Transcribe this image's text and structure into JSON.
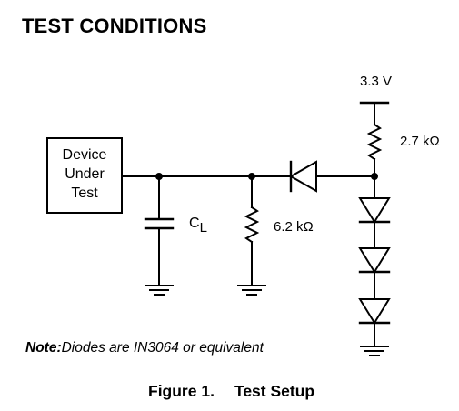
{
  "heading": "TEST CONDITIONS",
  "device_box": {
    "lines": [
      "Device",
      "Under",
      "Test"
    ]
  },
  "components": {
    "supply_voltage": "3.3 V",
    "resistor_top": "2.7 kΩ",
    "resistor_load": "6.2 kΩ",
    "capacitor_symbol": "C",
    "capacitor_subscript": "L"
  },
  "note": {
    "label": "Note:",
    "text": "Diodes are IN3064 or equivalent"
  },
  "caption": {
    "number": "Figure 1.",
    "title": "Test Setup"
  }
}
